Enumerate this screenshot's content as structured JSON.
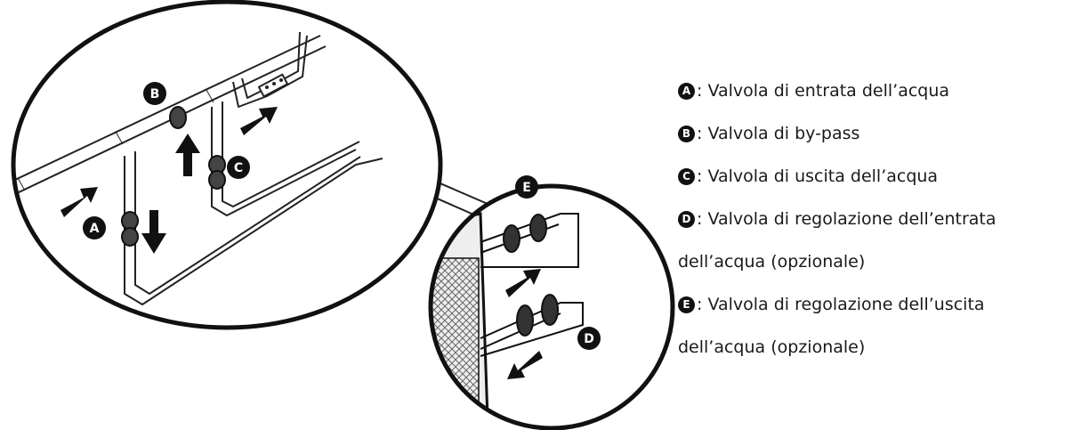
{
  "diagram": {
    "markers": [
      "A",
      "B",
      "C",
      "D",
      "E"
    ]
  },
  "legend": [
    {
      "letter": "A",
      "separator": ":",
      "text": " Valvola di entrata dell’acqua"
    },
    {
      "letter": "B",
      "separator": ":",
      "text": " Valvola di by-pass"
    },
    {
      "letter": "C",
      "separator": ":",
      "text": " Valvola di uscita dell’acqua"
    },
    {
      "letter": "D",
      "separator": ":",
      "text": " Valvola di regolazione dell’entrata"
    },
    {
      "continuation": "dell’acqua (opzionale)"
    },
    {
      "letter": "E",
      "separator": ":",
      "text": " Valvola di regolazione dell’uscita"
    },
    {
      "continuation": "dell’acqua (opzionale)"
    }
  ],
  "colors": {
    "ink": "#111111",
    "pipe": "#ffffff",
    "background": "#ffffff"
  }
}
